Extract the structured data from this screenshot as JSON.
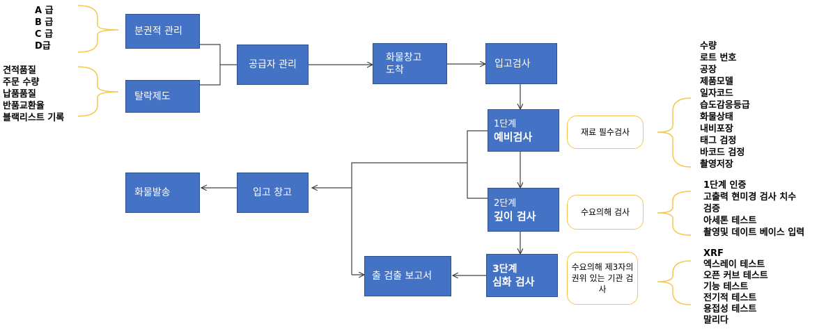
{
  "nodes": {
    "partition_mgmt": "분권적 관리",
    "elimination": "탈락제도",
    "supplier_mgmt": "공급자 관리",
    "arrival_line1": "화물창고",
    "arrival_line2": "도착",
    "inbound_inspection": "입고검사",
    "stage1_line1": "1단계",
    "stage1_line2": "예비검사",
    "stage2_line1": "2단계",
    "stage2_line2": "깊이 검사",
    "stage3_line1": "3단계",
    "stage3_line2": "심화 검사",
    "warehouse": "입고 창고",
    "shipping": "화물발송",
    "report": "출 검출 보고서"
  },
  "grades": [
    "A 급",
    "B 급",
    "C 급",
    "D급"
  ],
  "elimination_criteria": [
    "견적품질",
    "주문 수량",
    "납품품질",
    "반품교환율",
    "블랙리스트 기록"
  ],
  "callouts": {
    "stage1": "재료 필수검사",
    "stage2": "수요의해 검사",
    "stage3": "수요의해 제3자의 권위 있는 기관 검사"
  },
  "inbound_items": [
    "수량",
    "로트 번호",
    "공장",
    "제품모델",
    "일자코드"
  ],
  "stage1_items": [
    "습도감응등급",
    "화물상태",
    "내비포장",
    "태그 검정",
    "바코드 검정",
    "촬영저장"
  ],
  "stage2_items": [
    "1단계 인증",
    "고출력 현미경 검사 치수",
    "검증",
    "아세톤 테스트",
    "촬영및 데이트 베이스 입력"
  ],
  "stage3_items": [
    "XRF",
    "엑스레이 테스트",
    "오픈 커브 테스트",
    "기능 테스트",
    "전기적 테스트",
    "용접성 테스트",
    "말리다"
  ],
  "colors": {
    "box_fill": "#4472c4",
    "box_border": "#2f528f",
    "brace": "#f7c64a",
    "line": "#404040"
  }
}
